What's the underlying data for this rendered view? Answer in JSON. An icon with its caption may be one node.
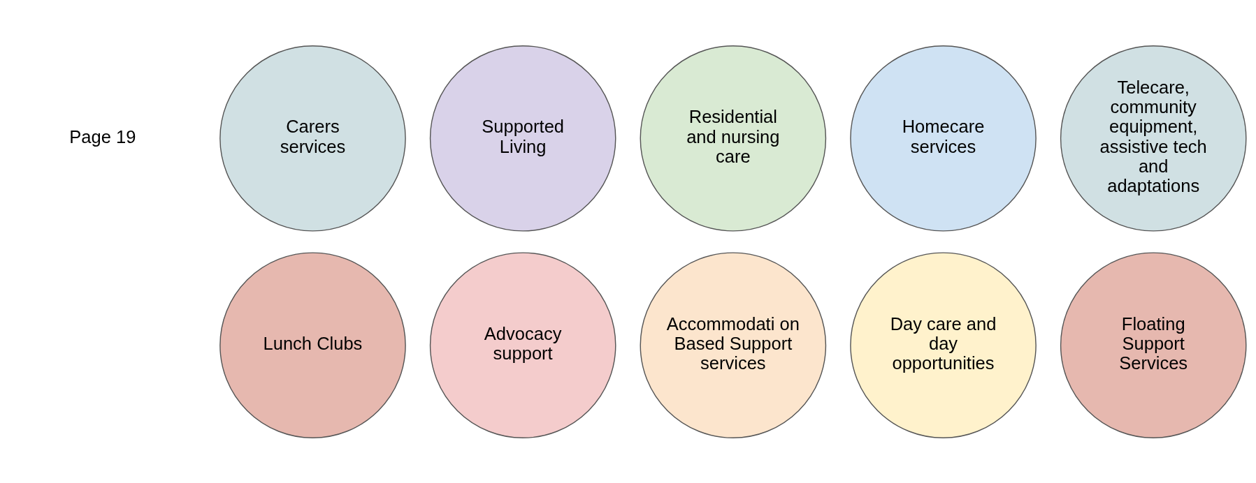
{
  "diagram": {
    "nodes": [
      {
        "text": [
          "Carers services"
        ]
      },
      {
        "text": [
          "Supported Living"
        ]
      },
      {
        "text": [
          "Residential and nursing care"
        ]
      },
      {
        "text": [
          "Homecare services"
        ]
      },
      {
        "text": [
          "Telecare, community equipment, assistive tech and adaptations"
        ]
      },
      {
        "text": [
          "Lunch Clubs"
        ]
      },
      {
        "text": [
          "Advocacy support"
        ]
      },
      {
        "text": [
          "Accommodati on Based Support services"
        ]
      },
      {
        "text": [
          "Day care and day opportunities"
        ]
      },
      {
        "text": [
          "Floating Support Services"
        ]
      }
    ],
    "edges": [],
    "labels": [
      "Page 19"
    ]
  }
}
